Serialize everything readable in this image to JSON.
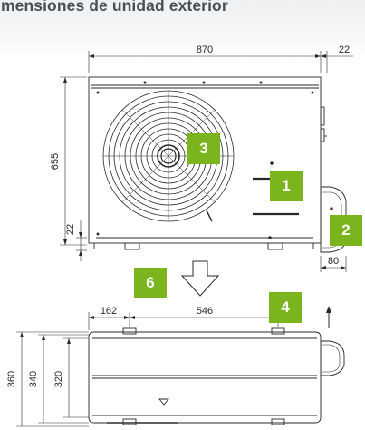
{
  "heading": "imensiones de unidad exterior",
  "callouts": {
    "fan": "3",
    "louver": "1",
    "side_panel": "2",
    "mounting": "4",
    "view_arrow": "6"
  },
  "dimensions": {
    "width": "870",
    "side_offset": "22",
    "height": "655",
    "base_height": "22",
    "side_depth": "80",
    "left_offset": "162",
    "mount_spacing": "546",
    "depth_total": "360",
    "depth_mid": "340",
    "depth_inner": "320"
  },
  "colors": {
    "line": "#2a2a2a",
    "accent": "#7ab51d",
    "heading": "#4a4f55"
  }
}
